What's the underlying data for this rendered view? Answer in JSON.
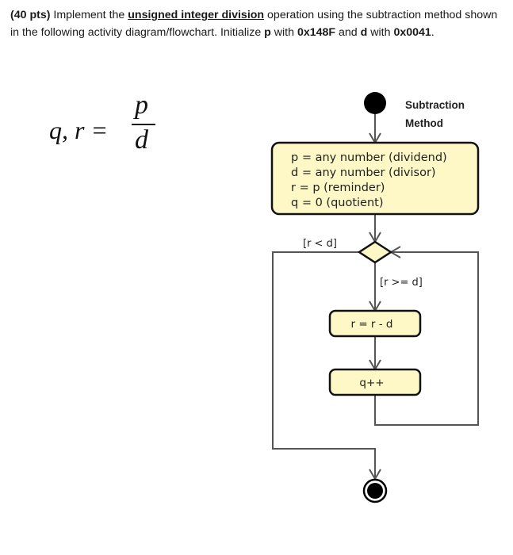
{
  "question": {
    "points": "(40 pts)",
    "text_before": " Implement the ",
    "emphasis": "unsigned integer division",
    "text_mid": " operation using the subtraction method shown in the following activity diagram/flowchart. Initialize ",
    "var_p": "p",
    "with_1": " with ",
    "p_value": "0x148F",
    "and": " and ",
    "var_d": "d",
    "with_2": " with ",
    "d_value": "0x0041",
    "end": "."
  },
  "formula": {
    "lhs": "q, r =",
    "numerator": "p",
    "denominator": "d"
  },
  "diagram": {
    "title_line1": "Subtraction",
    "title_line2": "Method",
    "init_lines": [
      "p = any number (dividend)",
      "d = any number (divisor)",
      "r = p (reminder)",
      "q = 0 (quotient)"
    ],
    "guard_exit": "[r < d]",
    "guard_loop": "[r >= d]",
    "action_subtract": "r = r - d",
    "action_increment": "q++",
    "colors": {
      "node_fill": "#fdf8c6",
      "line": "#555555",
      "border": "#111111"
    }
  }
}
